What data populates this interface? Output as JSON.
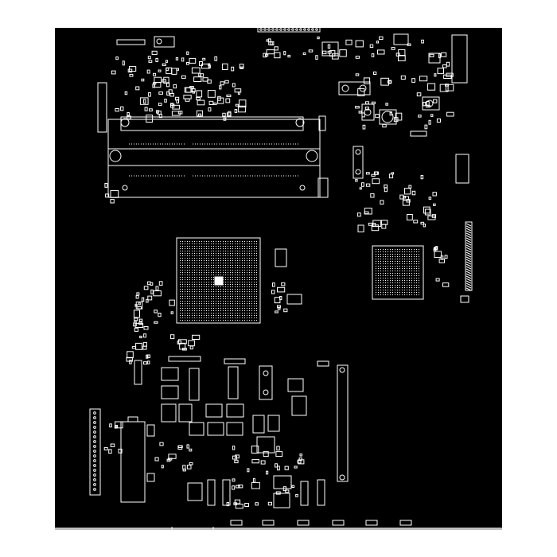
{
  "image": {
    "kind": "pcb-silkscreen-layout",
    "colors": {
      "page_background": "#ffffff",
      "board": "#000000",
      "silkscreen": "#ffffff",
      "divider_gray": "#bdbdbd"
    },
    "components": {
      "bga_chips": [
        "large-bga-left",
        "medium-bga-right"
      ],
      "memory_slot": "dimm-slot",
      "connectors": [
        "top-pin-header",
        "left-vertical-header",
        "right-vertical-header",
        "middle-edge-connector",
        "right-hatched-connector"
      ]
    }
  }
}
